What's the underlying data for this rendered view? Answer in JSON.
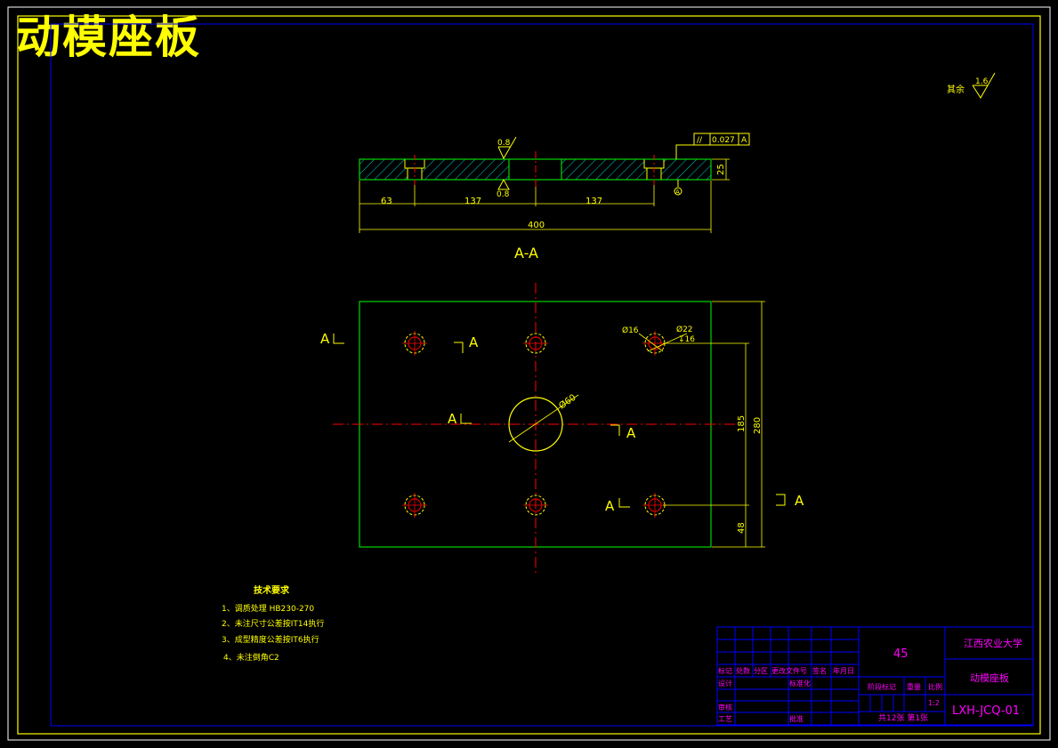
{
  "title": "动模座板",
  "roughness_note": {
    "prefix": "其余",
    "value": "1.6"
  },
  "section_view": {
    "roughness_top": "0.8",
    "roughness_bottom": "0.8",
    "tolerance_symbol": "//",
    "tolerance_value": "0.027",
    "tolerance_datum": "A",
    "datum_label": "A",
    "dims": {
      "d63": "63",
      "d137a": "137",
      "d137b": "137",
      "d400": "400",
      "d25": "25"
    },
    "label": "A-A"
  },
  "plan_view": {
    "d16": "Ø16",
    "d22": "Ø22",
    "depth16": "↧16",
    "d60": "Ø60",
    "d185": "185",
    "d280": "280",
    "d48": "48",
    "cut_labels": {
      "a1": "A",
      "a2": "A",
      "a3": "A",
      "a4": "A",
      "a5": "A",
      "a6": "A"
    }
  },
  "tech_requirements": {
    "heading": "技术要求",
    "items": [
      "1、调质处理 HB230-270",
      "2、未注尺寸公差按IT14执行",
      "3、成型精度公差按IT6执行",
      "4、未注倒角C2"
    ]
  },
  "title_block": {
    "material": "45",
    "school": "江西农业大学",
    "part_name": "动模座板",
    "drawing_no": "LXH-JCQ-01",
    "scale": "1:2",
    "sheets": "共12张 第1张",
    "headers": [
      "标记",
      "处数",
      "分区",
      "更改文件号",
      "签名",
      "年月日"
    ],
    "row_labels": {
      "design": "设计",
      "standard": "标准化",
      "review": "审核",
      "process": "工艺",
      "approve": "批准"
    },
    "stage_headers": {
      "stage": "阶段标记",
      "weight": "重量",
      "scale": "比例"
    }
  }
}
